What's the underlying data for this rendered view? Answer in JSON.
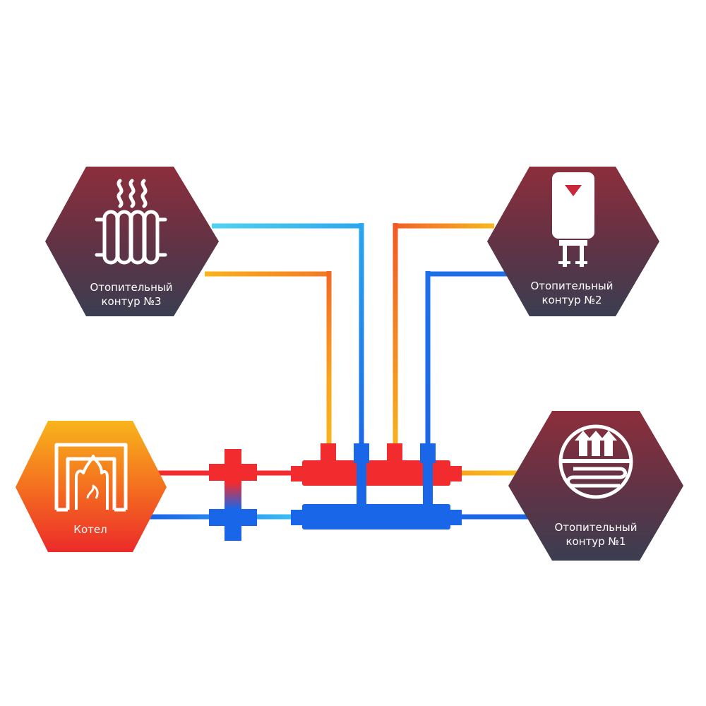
{
  "nodes": {
    "circuit3": {
      "line1": "Отопительный",
      "line2": "контур  №3",
      "icon": "radiator-icon"
    },
    "circuit2": {
      "line1": "Отопительный",
      "line2": "контур  №2",
      "icon": "water-heater-icon"
    },
    "boiler": {
      "label": "Котел",
      "icon": "boiler-flame-icon"
    },
    "circuit1": {
      "line1": "Отопительный",
      "line2": "контур  №1",
      "icon": "underfloor-heating-icon"
    }
  },
  "colors": {
    "hot": "#f2282e",
    "cold": "#1a66e8",
    "hex_top": "#8a2f3e",
    "hex_bottom": "#3c3f52",
    "boiler_top": "#f7b21a",
    "boiler_bottom": "#ee2a28"
  }
}
